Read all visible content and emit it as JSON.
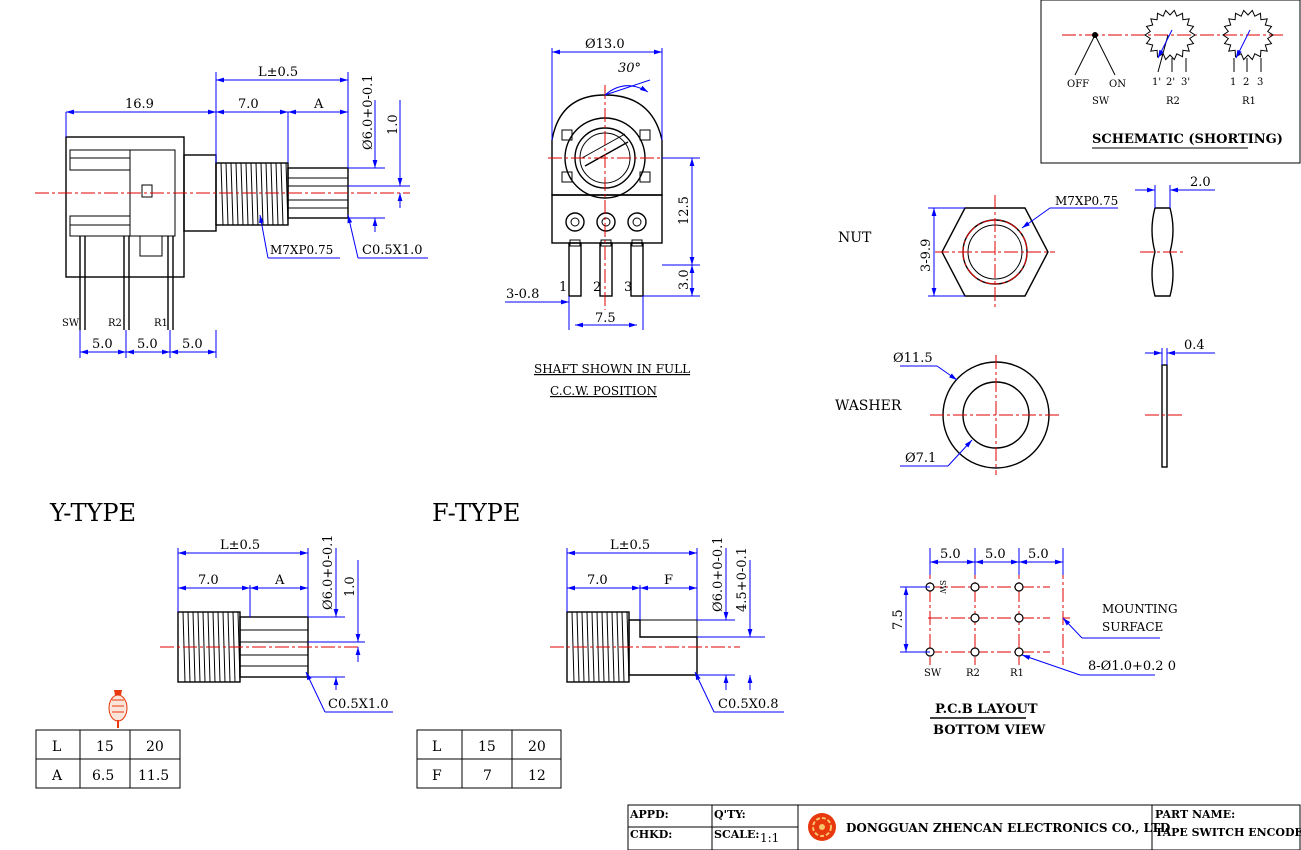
{
  "side_view": {
    "dim_total": "16.9",
    "dim_L": "L±0.5",
    "dim_thread_len": "7.0",
    "dim_A": "A",
    "dim_diameter": "Ø6.0+0-0.1",
    "dim_flat": "1.0",
    "thread_callout": "M7XP0.75",
    "chamfer_callout": "C0.5X1.0",
    "pin_labels": [
      "SW",
      "R2",
      "R1"
    ],
    "pitch_labels": [
      "5.0",
      "5.0",
      "5.0"
    ]
  },
  "front_view": {
    "dim_diameter": "Ø13.0",
    "dim_angle": "30°",
    "dim_height": "12.5",
    "dim_pin_len": "3.0",
    "dim_pin_w": "3-0.8",
    "dim_pitch_total": "7.5",
    "pin_numbers": [
      "1",
      "2",
      "3"
    ],
    "note_line1": "SHAFT SHOWN IN FULL",
    "note_line2": "C.C.W. POSITION"
  },
  "schematic": {
    "title": "SCHEMATIC (SHORTING)",
    "sw_off": "OFF",
    "sw_on": "ON",
    "sw_label": "SW",
    "r2_label": "R2",
    "r2_pins": [
      "1'",
      "2'",
      "3'"
    ],
    "r1_label": "R1",
    "r1_pins": [
      "1",
      "2",
      "3"
    ]
  },
  "nut": {
    "label": "NUT",
    "thread": "M7XP0.75",
    "size": "3-9.9",
    "thickness": "2.0"
  },
  "washer": {
    "label": "WASHER",
    "outer": "Ø11.5",
    "inner": "Ø7.1",
    "thickness": "0.4"
  },
  "y_type": {
    "title": "Y-TYPE",
    "dim_L": "L±0.5",
    "dim_thread": "7.0",
    "dim_A": "A",
    "dim_diameter": "Ø6.0+0-0.1",
    "dim_flat": "1.0",
    "chamfer": "C0.5X1.0",
    "table": [
      [
        "L",
        "15",
        "20"
      ],
      [
        "A",
        "6.5",
        "11.5"
      ]
    ]
  },
  "f_type": {
    "title": "F-TYPE",
    "dim_L": "L±0.5",
    "dim_thread": "7.0",
    "dim_F": "F",
    "dim_diameter": "Ø6.0+0-0.1",
    "dim_flat": "4.5+0-0.1",
    "chamfer": "C0.5X0.8",
    "table": [
      [
        "L",
        "15",
        "20"
      ],
      [
        "F",
        "7",
        "12"
      ]
    ]
  },
  "pcb": {
    "pitch": [
      "5.0",
      "5.0",
      "5.0"
    ],
    "row_pitch": "7.5",
    "mounting_1": "MOUNTING",
    "mounting_2": "SURFACE",
    "holes": "8-Ø1.0+0.2 0",
    "bottom_labels": [
      "SW",
      "R2",
      "R1"
    ],
    "title_1": "P.C.B LAYOUT",
    "title_2": "BOTTOM VIEW"
  },
  "title_block": {
    "appd": "APPD:",
    "qty": "Q'TY:",
    "chkd": "CHKD:",
    "scale_label": "SCALE:",
    "scale": "1:1",
    "company": "DONGGUAN ZHENCAN ELECTRONICS CO., LTD",
    "part_name_label": "PART NAME:",
    "part_name": "TAPE SWITCH ENCODER"
  },
  "colors": {
    "dimension": "#0000ff",
    "centerline": "#e00000",
    "outline": "#000000",
    "logo": "#e8380d"
  }
}
